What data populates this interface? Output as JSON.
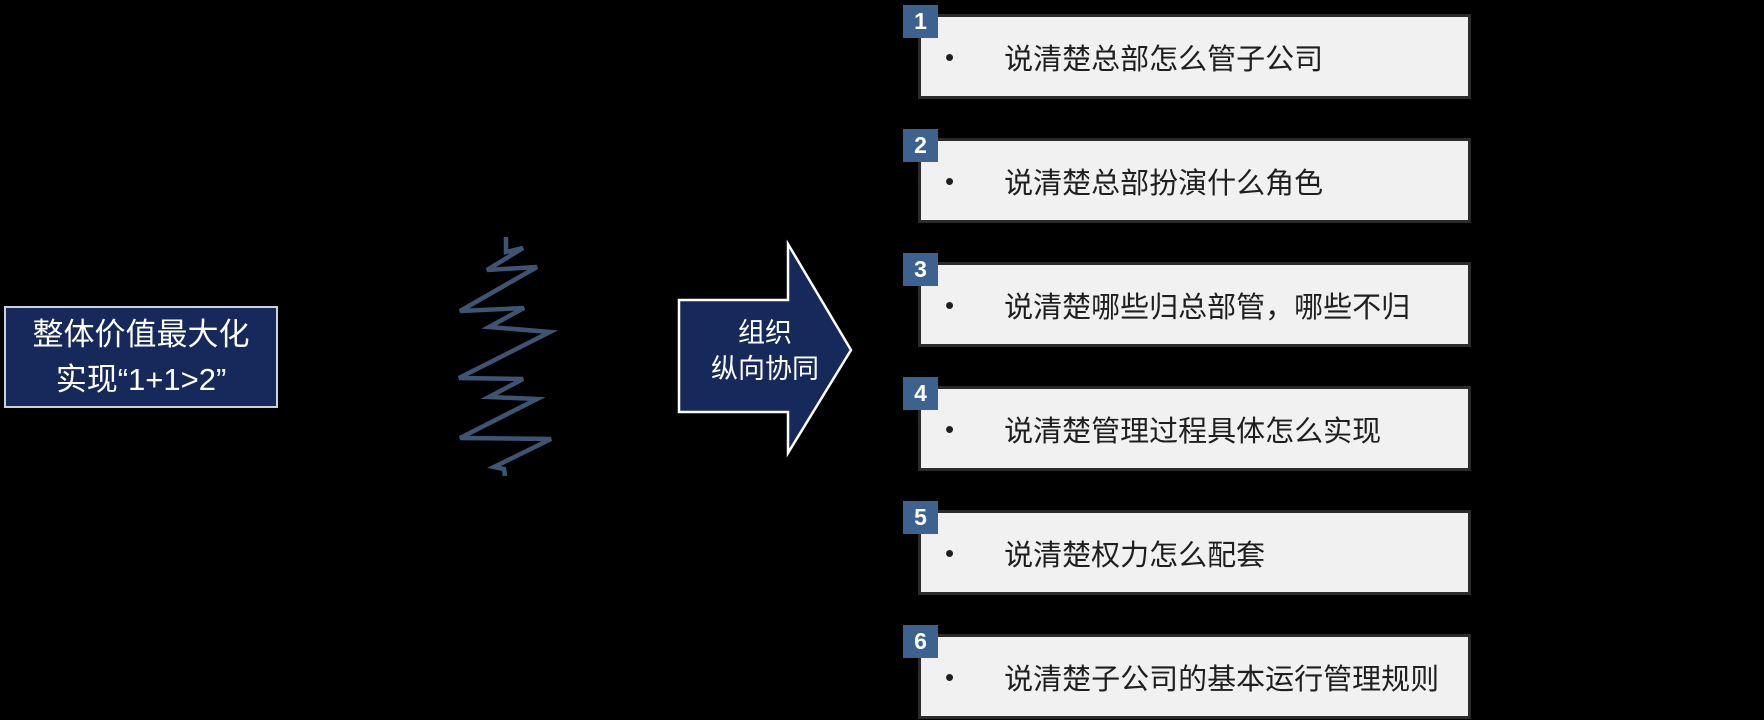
{
  "background": "#000000",
  "bullet_char": "•",
  "left_box": {
    "line1": "整体价值最大化",
    "line2": "实现“1+1>2”",
    "bg": "#16295A",
    "border_color": "#CBD2DB",
    "text_color": "#FFFFFF"
  },
  "spring": {
    "label": "coil-spring",
    "color": "#3D5473"
  },
  "arrow": {
    "line1": "组织",
    "line2": "纵向协同",
    "bg": "#16295A",
    "border_color": "#FFFFFF",
    "text_color": "#FFFFFF"
  },
  "items": [
    {
      "number": "1",
      "text": "说清楚总部怎么管子公司"
    },
    {
      "number": "2",
      "text": "说清楚总部扮演什么角色"
    },
    {
      "number": "3",
      "text": "说清楚哪些归总部管，哪些不归"
    },
    {
      "number": "4",
      "text": "说清楚管理过程具体怎么实现"
    },
    {
      "number": "5",
      "text": "说清楚权力怎么配套"
    },
    {
      "number": "6",
      "text": "说清楚子公司的基本运行管理规则"
    }
  ],
  "item_style": {
    "badge_bg": "#3D628F",
    "box_bg": "#F1F1F1",
    "box_border": "#2B2B2B",
    "text_color": "#1F1F1F"
  }
}
